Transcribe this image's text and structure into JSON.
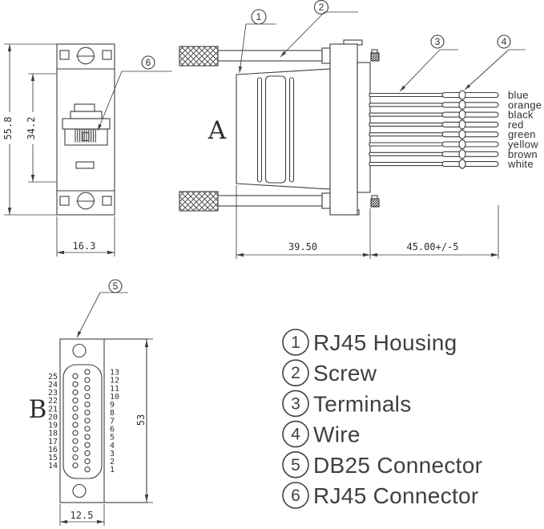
{
  "views": {
    "front": {
      "callout": "6",
      "dim_outer_height": "55.8",
      "dim_inner_height": "34.2",
      "dim_width": "16.3"
    },
    "side": {
      "label": "A",
      "callout_housing": "1",
      "callout_screw": "2",
      "callout_terminals": "3",
      "callout_wire": "4",
      "dim_body_length": "39.50",
      "dim_wire_length": "45.00+/-5",
      "wire_labels": [
        "blue",
        "orange",
        "black",
        "red",
        "green",
        "yellow",
        "brown",
        "white"
      ]
    },
    "db25": {
      "label": "B",
      "callout": "5",
      "dim_height": "53",
      "dim_width": "12.5",
      "pins_left": [
        "25",
        "24",
        "23",
        "22",
        "21",
        "20",
        "19",
        "18",
        "17",
        "16",
        "15",
        "14"
      ],
      "pins_right": [
        "13",
        "12",
        "11",
        "10",
        "9",
        "8",
        "7",
        "6",
        "5",
        "4",
        "3",
        "2",
        "1"
      ]
    }
  },
  "legend": {
    "items": [
      {
        "num": "1",
        "label": "RJ45 Housing"
      },
      {
        "num": "2",
        "label": "Screw"
      },
      {
        "num": "3",
        "label": "Terminals"
      },
      {
        "num": "4",
        "label": "Wire"
      },
      {
        "num": "5",
        "label": "DB25 Connector"
      },
      {
        "num": "6",
        "label": "RJ45 Connector"
      }
    ]
  },
  "colors": {
    "line": "#3e3e3e",
    "dim_text": "#2f2f2f",
    "legend_text": "#3f3f3f"
  }
}
